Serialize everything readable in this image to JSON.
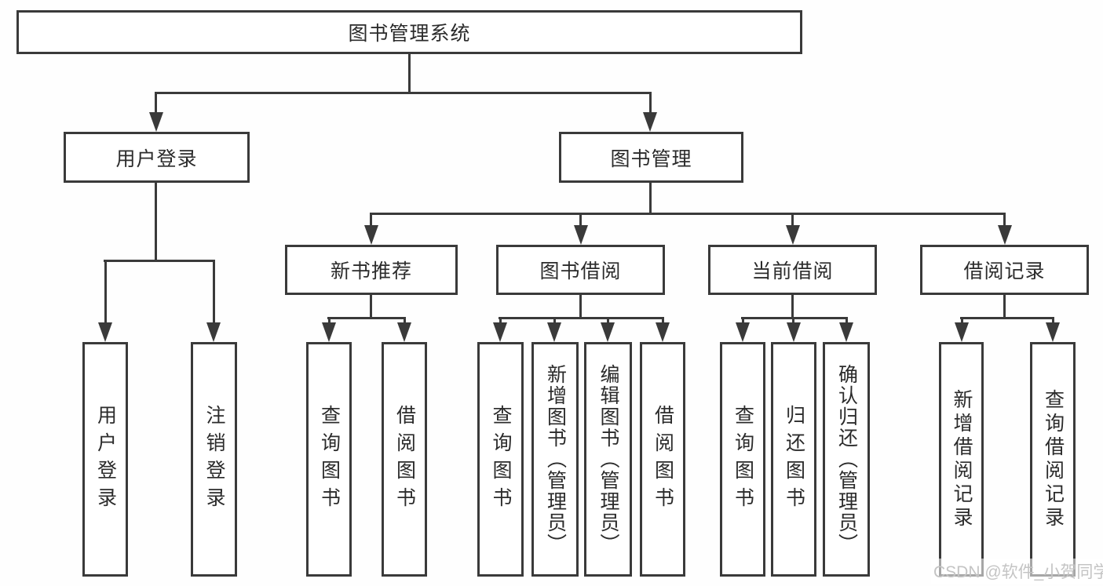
{
  "diagram": {
    "root_label": "图书管理系统",
    "watermark": "CSDN @软件_小贺同学",
    "colors": {
      "line": "#3a3a3a",
      "text": "#2b2b2b",
      "background": "#ffffff",
      "watermark": "#c4c4c4"
    },
    "branches": [
      {
        "label": "用户登录",
        "leaves": [
          {
            "label": "用户登录"
          },
          {
            "label": "注销登录"
          }
        ]
      },
      {
        "label": "图书管理",
        "groups": [
          {
            "label": "新书推荐",
            "leaves": [
              {
                "label": "查询图书"
              },
              {
                "label": "借阅图书"
              }
            ]
          },
          {
            "label": "图书借阅",
            "leaves": [
              {
                "label": "查询图书"
              },
              {
                "label": "新增图书（管理员）"
              },
              {
                "label": "编辑图书（管理员）"
              },
              {
                "label": "借阅图书"
              }
            ]
          },
          {
            "label": "当前借阅",
            "leaves": [
              {
                "label": "查询图书"
              },
              {
                "label": "归还图书"
              },
              {
                "label": "确认归还（管理员）"
              }
            ]
          },
          {
            "label": "借阅记录",
            "leaves": [
              {
                "label": "新增借阅记录"
              },
              {
                "label": "查询借阅记录"
              }
            ]
          }
        ]
      }
    ]
  }
}
